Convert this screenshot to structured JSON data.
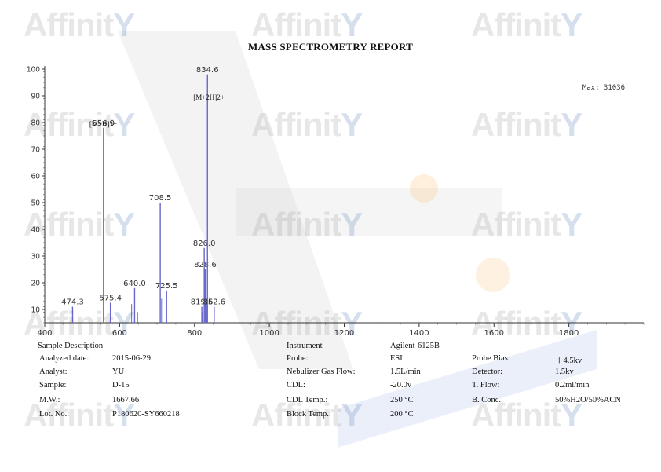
{
  "report": {
    "title": "MASS SPECTROMETRY REPORT",
    "watermark_text": "Affinit"
  },
  "chart_data": {
    "type": "bar",
    "title": "",
    "xlabel": "",
    "ylabel": "",
    "xlim": [
      400,
      2000
    ],
    "ylim": [
      5,
      100
    ],
    "x_ticks": [
      400,
      600,
      800,
      1000,
      1200,
      1400,
      1600,
      1800
    ],
    "y_ticks": [
      10,
      20,
      30,
      40,
      50,
      60,
      70,
      80,
      90,
      100
    ],
    "max_label": "Max: 31036",
    "grid": false,
    "bar_color": "#6666cc",
    "peaks": [
      {
        "mz": 474.3,
        "intensity": 11,
        "label": "474.3"
      },
      {
        "mz": 556.9,
        "intensity": 78,
        "label": "556.9"
      },
      {
        "mz": 575.4,
        "intensity": 12.5,
        "label": "575.4"
      },
      {
        "mz": 640.0,
        "intensity": 18,
        "label": "640.0"
      },
      {
        "mz": 708.5,
        "intensity": 50,
        "label": "708.5"
      },
      {
        "mz": 725.5,
        "intensity": 17,
        "label": "725.5"
      },
      {
        "mz": 819.6,
        "intensity": 11,
        "label": "819.6"
      },
      {
        "mz": 826.0,
        "intensity": 33,
        "label": "826.0"
      },
      {
        "mz": 828.6,
        "intensity": 25,
        "label": "828.6"
      },
      {
        "mz": 834.6,
        "intensity": 98,
        "label": "834.6"
      },
      {
        "mz": 852.6,
        "intensity": 11,
        "label": "852.6"
      }
    ],
    "minor_peaks": [
      {
        "mz": 632.0,
        "intensity": 12
      },
      {
        "mz": 648.0,
        "intensity": 9
      },
      {
        "mz": 712.0,
        "intensity": 14
      },
      {
        "mz": 820.5,
        "intensity": 9
      },
      {
        "mz": 832.0,
        "intensity": 14
      }
    ],
    "annotations": [
      {
        "text": "[M+H]3+",
        "mz": 556.9,
        "intensity": 78
      },
      {
        "text": "[M+2H]2+",
        "mz": 834.6,
        "intensity": 88
      }
    ]
  },
  "sample": {
    "heading": "Sample Description",
    "rows": [
      {
        "label": "Analyzed date:",
        "value": "2015-06-29"
      },
      {
        "label": "Analyst:",
        "value": "YU"
      },
      {
        "label": "Sample:",
        "value": "D-15"
      },
      {
        "label": "M.W.:",
        "value": "1667.66"
      },
      {
        "label": "Lot. No.:",
        "value": "P180620-SY660218"
      }
    ]
  },
  "instrument": {
    "heading": "Instrument",
    "model": "Agilent-6125B",
    "rows": [
      {
        "label": "Probe:",
        "value": "ESI"
      },
      {
        "label": "Nebulizer Gas Flow:",
        "value": "1.5L/min"
      },
      {
        "label": "CDL:",
        "value": "-20.0v"
      },
      {
        "label": "CDL Temp.:",
        "value": "250 °C"
      },
      {
        "label": "Block Temp.:",
        "value": "200 °C"
      }
    ]
  },
  "conditions": {
    "rows": [
      {
        "label": "Probe Bias:",
        "value": "＋4.5kv"
      },
      {
        "label": "Detector:",
        "value": "1.5kv"
      },
      {
        "label": "T. Flow:",
        "value": "0.2ml/min"
      },
      {
        "label": "B. Conc.:",
        "value": "50%H2O/50%ACN"
      }
    ]
  }
}
